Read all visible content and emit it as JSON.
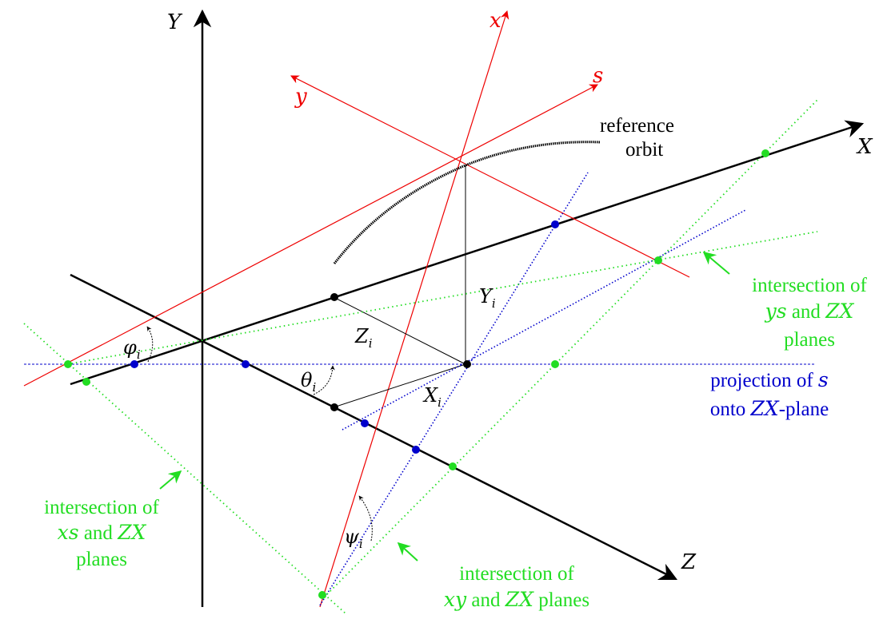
{
  "axes": {
    "global": {
      "X": "X",
      "Y": "Y",
      "Z": "Z"
    },
    "local": {
      "x": "x",
      "y": "y",
      "s": "s"
    }
  },
  "curve": {
    "label_line1": "reference",
    "label_line2": "orbit"
  },
  "components": {
    "X": "X",
    "Y": "Y",
    "Z": "Z",
    "sub": "i"
  },
  "angles": {
    "phi": "φ",
    "theta": "θ",
    "psi": "ψ",
    "sub": "i"
  },
  "annotations": {
    "ys_zx": {
      "line1": "intersection of",
      "line2_var": "ys",
      "line2_mid": " and ",
      "line2_plane": "ZX",
      "line3": "planes"
    },
    "xs_zx": {
      "line1": "intersection of",
      "line2_var": "xs",
      "line2_mid": " and ",
      "line2_plane": "ZX",
      "line3": "planes"
    },
    "xy_zx": {
      "line1": "intersection of",
      "line2_var": "xy",
      "line2_mid": " and ",
      "line2_plane": "ZX",
      "line2_end": " planes"
    },
    "projection": {
      "line1": "projection of ",
      "line1_var": "s",
      "line2": "onto ",
      "line2_var": "ZX",
      "line2_end": "-plane"
    }
  },
  "colors": {
    "global_axes": "#000000",
    "local_axes": "#ee0000",
    "green": "#22dd22",
    "blue": "#0000cc",
    "black": "#000000"
  }
}
